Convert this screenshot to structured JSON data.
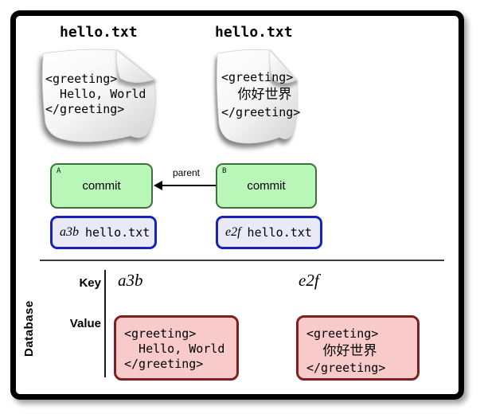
{
  "colors": {
    "frame": "#000000",
    "green_fill": "#b9f7b9",
    "green_border": "#3e713e",
    "blue_fill": "#e9e9f8",
    "blue_border": "#1722bb",
    "pink_fill": "#f9caca",
    "pink_border": "#7e2020"
  },
  "files": [
    {
      "title": "hello.txt",
      "lines": [
        "<greeting>",
        "  Hello, World",
        "</greeting>"
      ]
    },
    {
      "title": "hello.txt",
      "lines": [
        "<greeting>",
        "  你好世界",
        "</greeting>"
      ]
    }
  ],
  "commits": [
    {
      "tag": "A",
      "label": "commit",
      "blob_hash": "a3b",
      "blob_file": "hello.txt"
    },
    {
      "tag": "B",
      "label": "commit",
      "blob_hash": "e2f",
      "blob_file": "hello.txt"
    }
  ],
  "parent_label": "parent",
  "database": {
    "title": "Database",
    "key_label": "Key",
    "value_label": "Value",
    "entries": [
      {
        "key": "a3b",
        "value_lines": [
          "<greeting>",
          "  Hello, World",
          "</greeting>"
        ]
      },
      {
        "key": "e2f",
        "value_lines": [
          "<greeting>",
          "  你好世界",
          "</greeting>"
        ]
      }
    ]
  }
}
